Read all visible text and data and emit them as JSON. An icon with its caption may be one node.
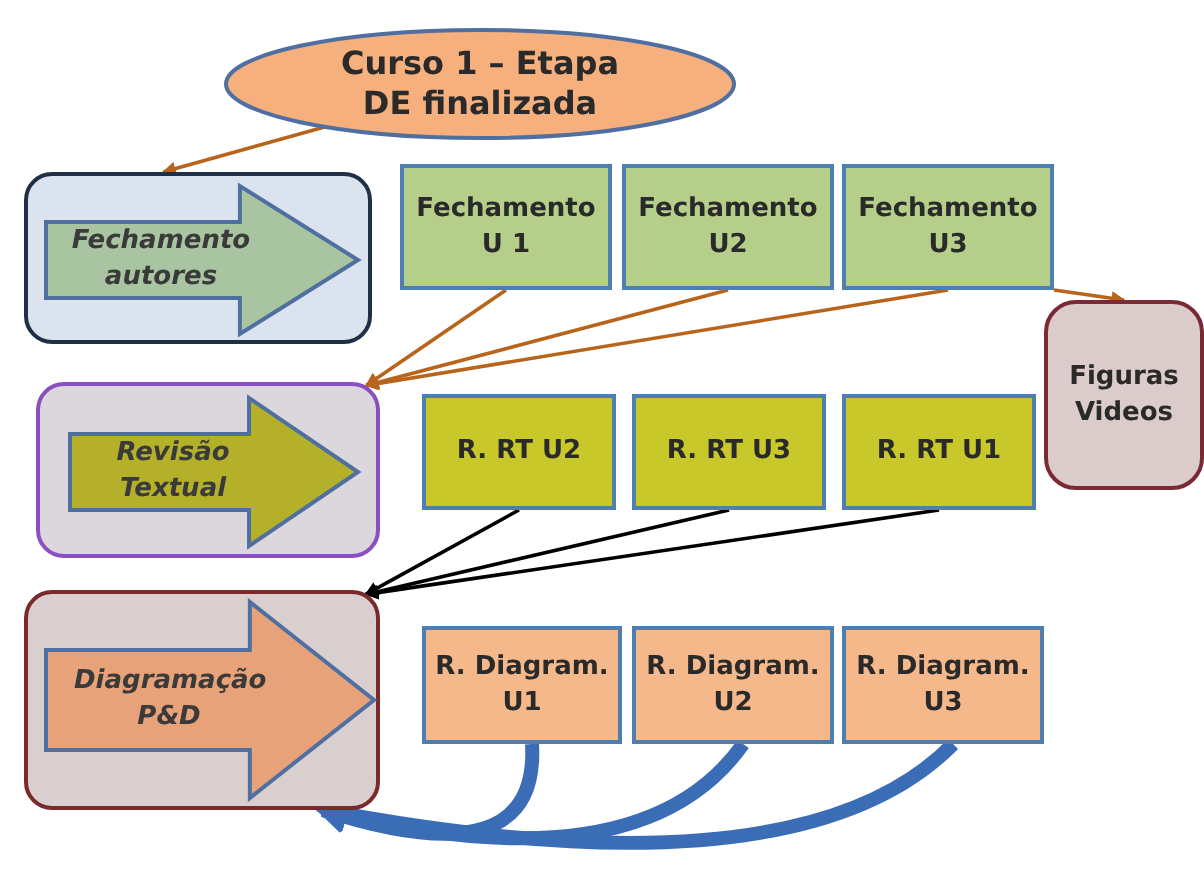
{
  "diagram": {
    "nodes": [
      {
        "text": [
          "Curso 1 – Etapa DE finalizada"
        ]
      },
      {
        "text": [],
        "shape": "box"
      },
      {
        "text": [
          "Fechamento autores"
        ],
        "in": 1
      },
      {
        "text": [
          "Fechamento U 1"
        ]
      },
      {
        "text": [
          "Fechamento U2"
        ]
      },
      {
        "text": [
          "Fechamento U3"
        ]
      },
      {
        "text": [
          "Figuras Videos"
        ]
      },
      {
        "text": [],
        "shape": "box"
      },
      {
        "text": [
          "Revisão Textual"
        ],
        "in": 7
      },
      {
        "text": [
          "R. RT U2"
        ]
      },
      {
        "text": [
          "R. RT U3"
        ]
      },
      {
        "text": [
          "R. RT U1"
        ]
      },
      {
        "text": [],
        "shape": "box"
      },
      {
        "text": [
          "Diagramação P&D"
        ],
        "in": 12
      },
      {
        "text": [
          "R. Diagram. U1"
        ]
      },
      {
        "text": [
          "R. Diagram. U2"
        ]
      },
      {
        "text": [
          "R. Diagram. U3"
        ]
      }
    ],
    "edges": [
      {
        "from": 0,
        "to": 1,
        "arrow": "to"
      },
      {
        "from": 3,
        "to": 7,
        "arrow": "to"
      },
      {
        "from": 4,
        "to": 7,
        "arrow": "to"
      },
      {
        "from": 5,
        "to": 7,
        "arrow": "to"
      },
      {
        "from": 5,
        "to": 6,
        "arrow": "to"
      },
      {
        "from": 9,
        "to": 12,
        "arrow": "to",
        "color": "#000000"
      },
      {
        "from": 10,
        "to": 12,
        "arrow": "to",
        "color": "#000000"
      },
      {
        "from": 11,
        "to": 12,
        "arrow": "to",
        "color": "#000000"
      },
      {
        "from": 14,
        "to": 12,
        "arrow": "to",
        "style": "thick",
        "color": "#3a6db5"
      },
      {
        "from": 15,
        "to": 12,
        "arrow": "to",
        "style": "thick",
        "color": "#3a6db5"
      },
      {
        "from": 16,
        "to": 12,
        "arrow": "to",
        "style": "thick",
        "color": "#3a6db5"
      }
    ]
  }
}
